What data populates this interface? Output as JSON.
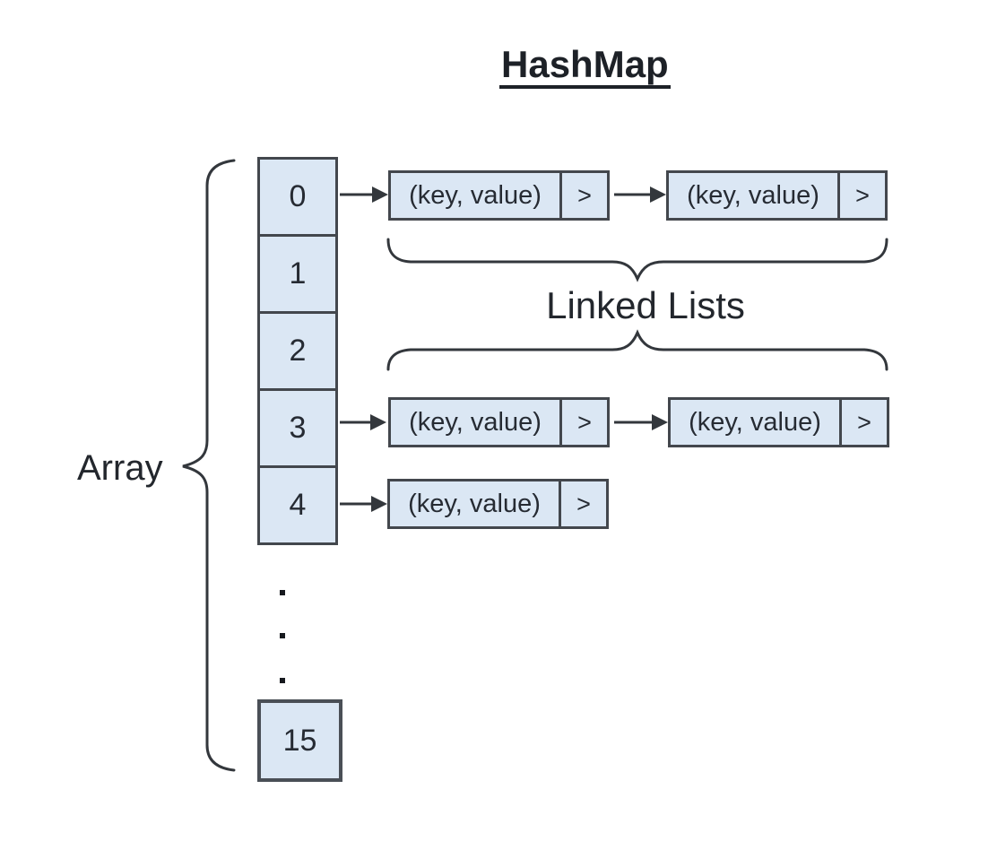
{
  "title": "HashMap",
  "labels": {
    "array": "Array",
    "linked_lists": "Linked Lists"
  },
  "colors": {
    "cell_fill": "#dbe7f4",
    "cell_border": "#43474d",
    "line": "#33373c",
    "text": "#262b33",
    "background": "#ffffff"
  },
  "array": {
    "cells": [
      "0",
      "1",
      "2",
      "3",
      "4"
    ],
    "ellipsis_dot_count": 3,
    "last_cell": "15"
  },
  "linked_lists": [
    {
      "bucket": "0",
      "nodes": [
        {
          "data": "(key, value)",
          "next": ">"
        },
        {
          "data": "(key, value)",
          "next": ">"
        }
      ]
    },
    {
      "bucket": "3",
      "nodes": [
        {
          "data": "(key, value)",
          "next": ">"
        },
        {
          "data": "(key, value)",
          "next": ">"
        }
      ]
    },
    {
      "bucket": "4",
      "nodes": [
        {
          "data": "(key, value)",
          "next": ">"
        }
      ]
    }
  ]
}
